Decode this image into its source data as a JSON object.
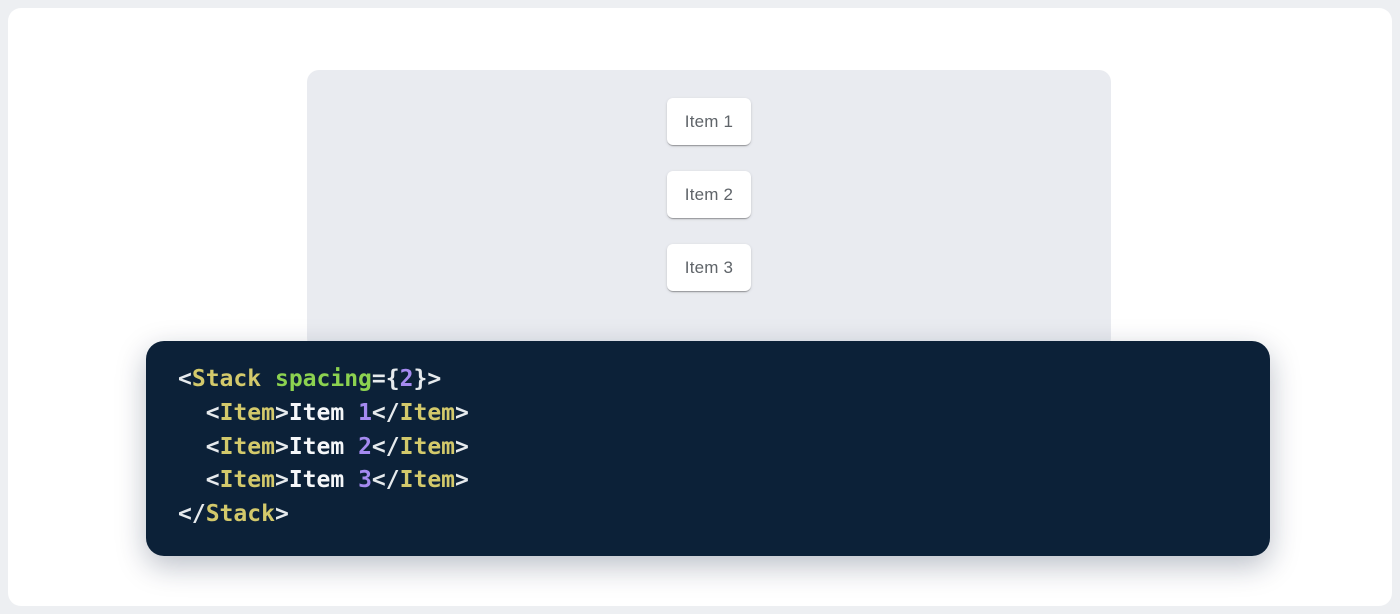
{
  "page": {
    "background": "#edeff2",
    "surface": "#ffffff"
  },
  "demo_panel": {
    "background": "#e9ebf0",
    "item_text_color": "#5f6469",
    "items": [
      "Item 1",
      "Item 2",
      "Item 3"
    ]
  },
  "code_block": {
    "background": "#0c2138",
    "language": "jsx",
    "source": "<Stack spacing={2}>\n  <Item>Item 1</Item>\n  <Item>Item 2</Item>\n  <Item>Item 3</Item>\n</Stack>",
    "palette": {
      "plain": "#f5f7f9",
      "punct": "#e6eaed",
      "tag": "#d3c96b",
      "attr": "#8cd250",
      "num": "#a58af0"
    },
    "lines": [
      {
        "tokens": [
          {
            "t": "<",
            "c": "punct"
          },
          {
            "t": "Stack",
            "c": "tag"
          },
          {
            "t": " ",
            "c": "plain"
          },
          {
            "t": "spacing",
            "c": "attr"
          },
          {
            "t": "=",
            "c": "punct"
          },
          {
            "t": "{",
            "c": "punct"
          },
          {
            "t": "2",
            "c": "num"
          },
          {
            "t": "}",
            "c": "punct"
          },
          {
            "t": ">",
            "c": "punct"
          }
        ]
      },
      {
        "tokens": [
          {
            "t": "  ",
            "c": "plain"
          },
          {
            "t": "<",
            "c": "punct"
          },
          {
            "t": "Item",
            "c": "tag"
          },
          {
            "t": ">",
            "c": "punct"
          },
          {
            "t": "Item ",
            "c": "plain"
          },
          {
            "t": "1",
            "c": "num"
          },
          {
            "t": "</",
            "c": "punct"
          },
          {
            "t": "Item",
            "c": "tag"
          },
          {
            "t": ">",
            "c": "punct"
          }
        ]
      },
      {
        "tokens": [
          {
            "t": "  ",
            "c": "plain"
          },
          {
            "t": "<",
            "c": "punct"
          },
          {
            "t": "Item",
            "c": "tag"
          },
          {
            "t": ">",
            "c": "punct"
          },
          {
            "t": "Item ",
            "c": "plain"
          },
          {
            "t": "2",
            "c": "num"
          },
          {
            "t": "</",
            "c": "punct"
          },
          {
            "t": "Item",
            "c": "tag"
          },
          {
            "t": ">",
            "c": "punct"
          }
        ]
      },
      {
        "tokens": [
          {
            "t": "  ",
            "c": "plain"
          },
          {
            "t": "<",
            "c": "punct"
          },
          {
            "t": "Item",
            "c": "tag"
          },
          {
            "t": ">",
            "c": "punct"
          },
          {
            "t": "Item ",
            "c": "plain"
          },
          {
            "t": "3",
            "c": "num"
          },
          {
            "t": "</",
            "c": "punct"
          },
          {
            "t": "Item",
            "c": "tag"
          },
          {
            "t": ">",
            "c": "punct"
          }
        ]
      },
      {
        "tokens": [
          {
            "t": "</",
            "c": "punct"
          },
          {
            "t": "Stack",
            "c": "tag"
          },
          {
            "t": ">",
            "c": "punct"
          }
        ]
      }
    ]
  }
}
